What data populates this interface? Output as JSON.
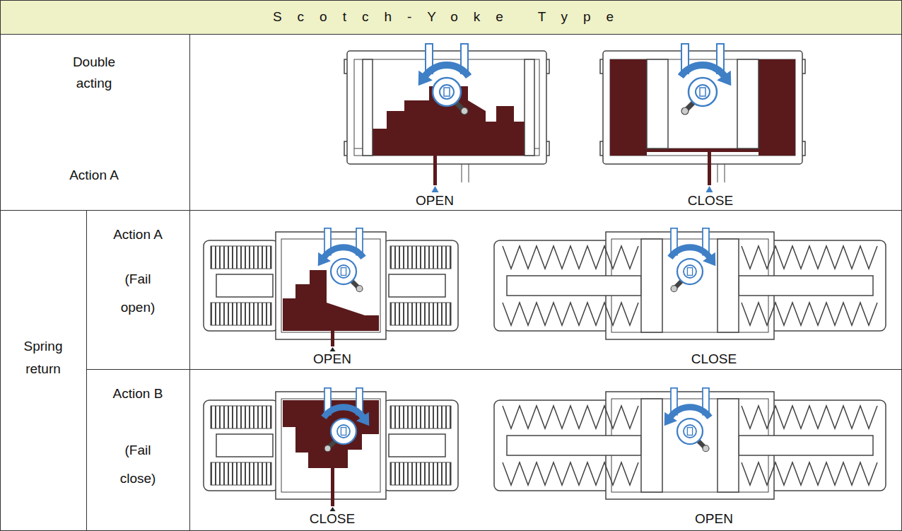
{
  "diagram": {
    "title": "Scotch-Yoke Type",
    "labels": [
      "Double acting",
      "Action A",
      "OPEN",
      "CLOSE",
      "Spring return",
      "Action A",
      "(Fail open)",
      "OPEN",
      "CLOSE",
      "Action B",
      "(Fail close)",
      "CLOSE",
      "OPEN"
    ]
  }
}
